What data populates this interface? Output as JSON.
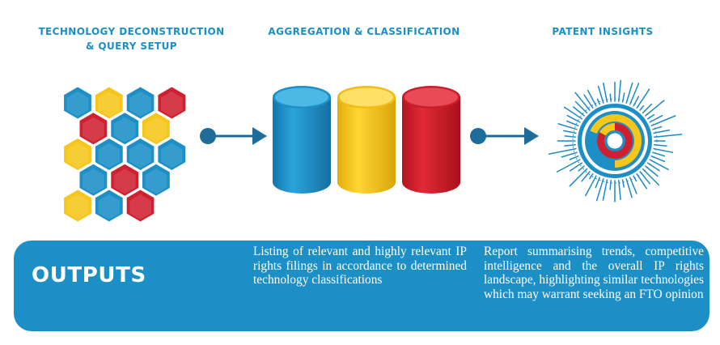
{
  "headings": {
    "step1_line1": "TECHNOLOGY DECONSTRUCTION",
    "step1_line2": "& QUERY SETUP",
    "step2": "AGGREGATION & CLASSIFICATION",
    "step3": "PATENT INSIGHTS"
  },
  "outputs": {
    "label": "OUTPUTS",
    "aggregation_text": "Listing of relevant and highly relevant IP rights filings in accordance to determined technology classifications",
    "insights_text": "Report summarising trends, competitive intelligence and the overall IP rights landscape, highlighting similar technologies which may warrant seeking an FTO opinion"
  },
  "colors": {
    "blue": "#1b8fc6",
    "yellow": "#f6c61b",
    "red": "#d02030",
    "navy": "#1d6c9a"
  }
}
